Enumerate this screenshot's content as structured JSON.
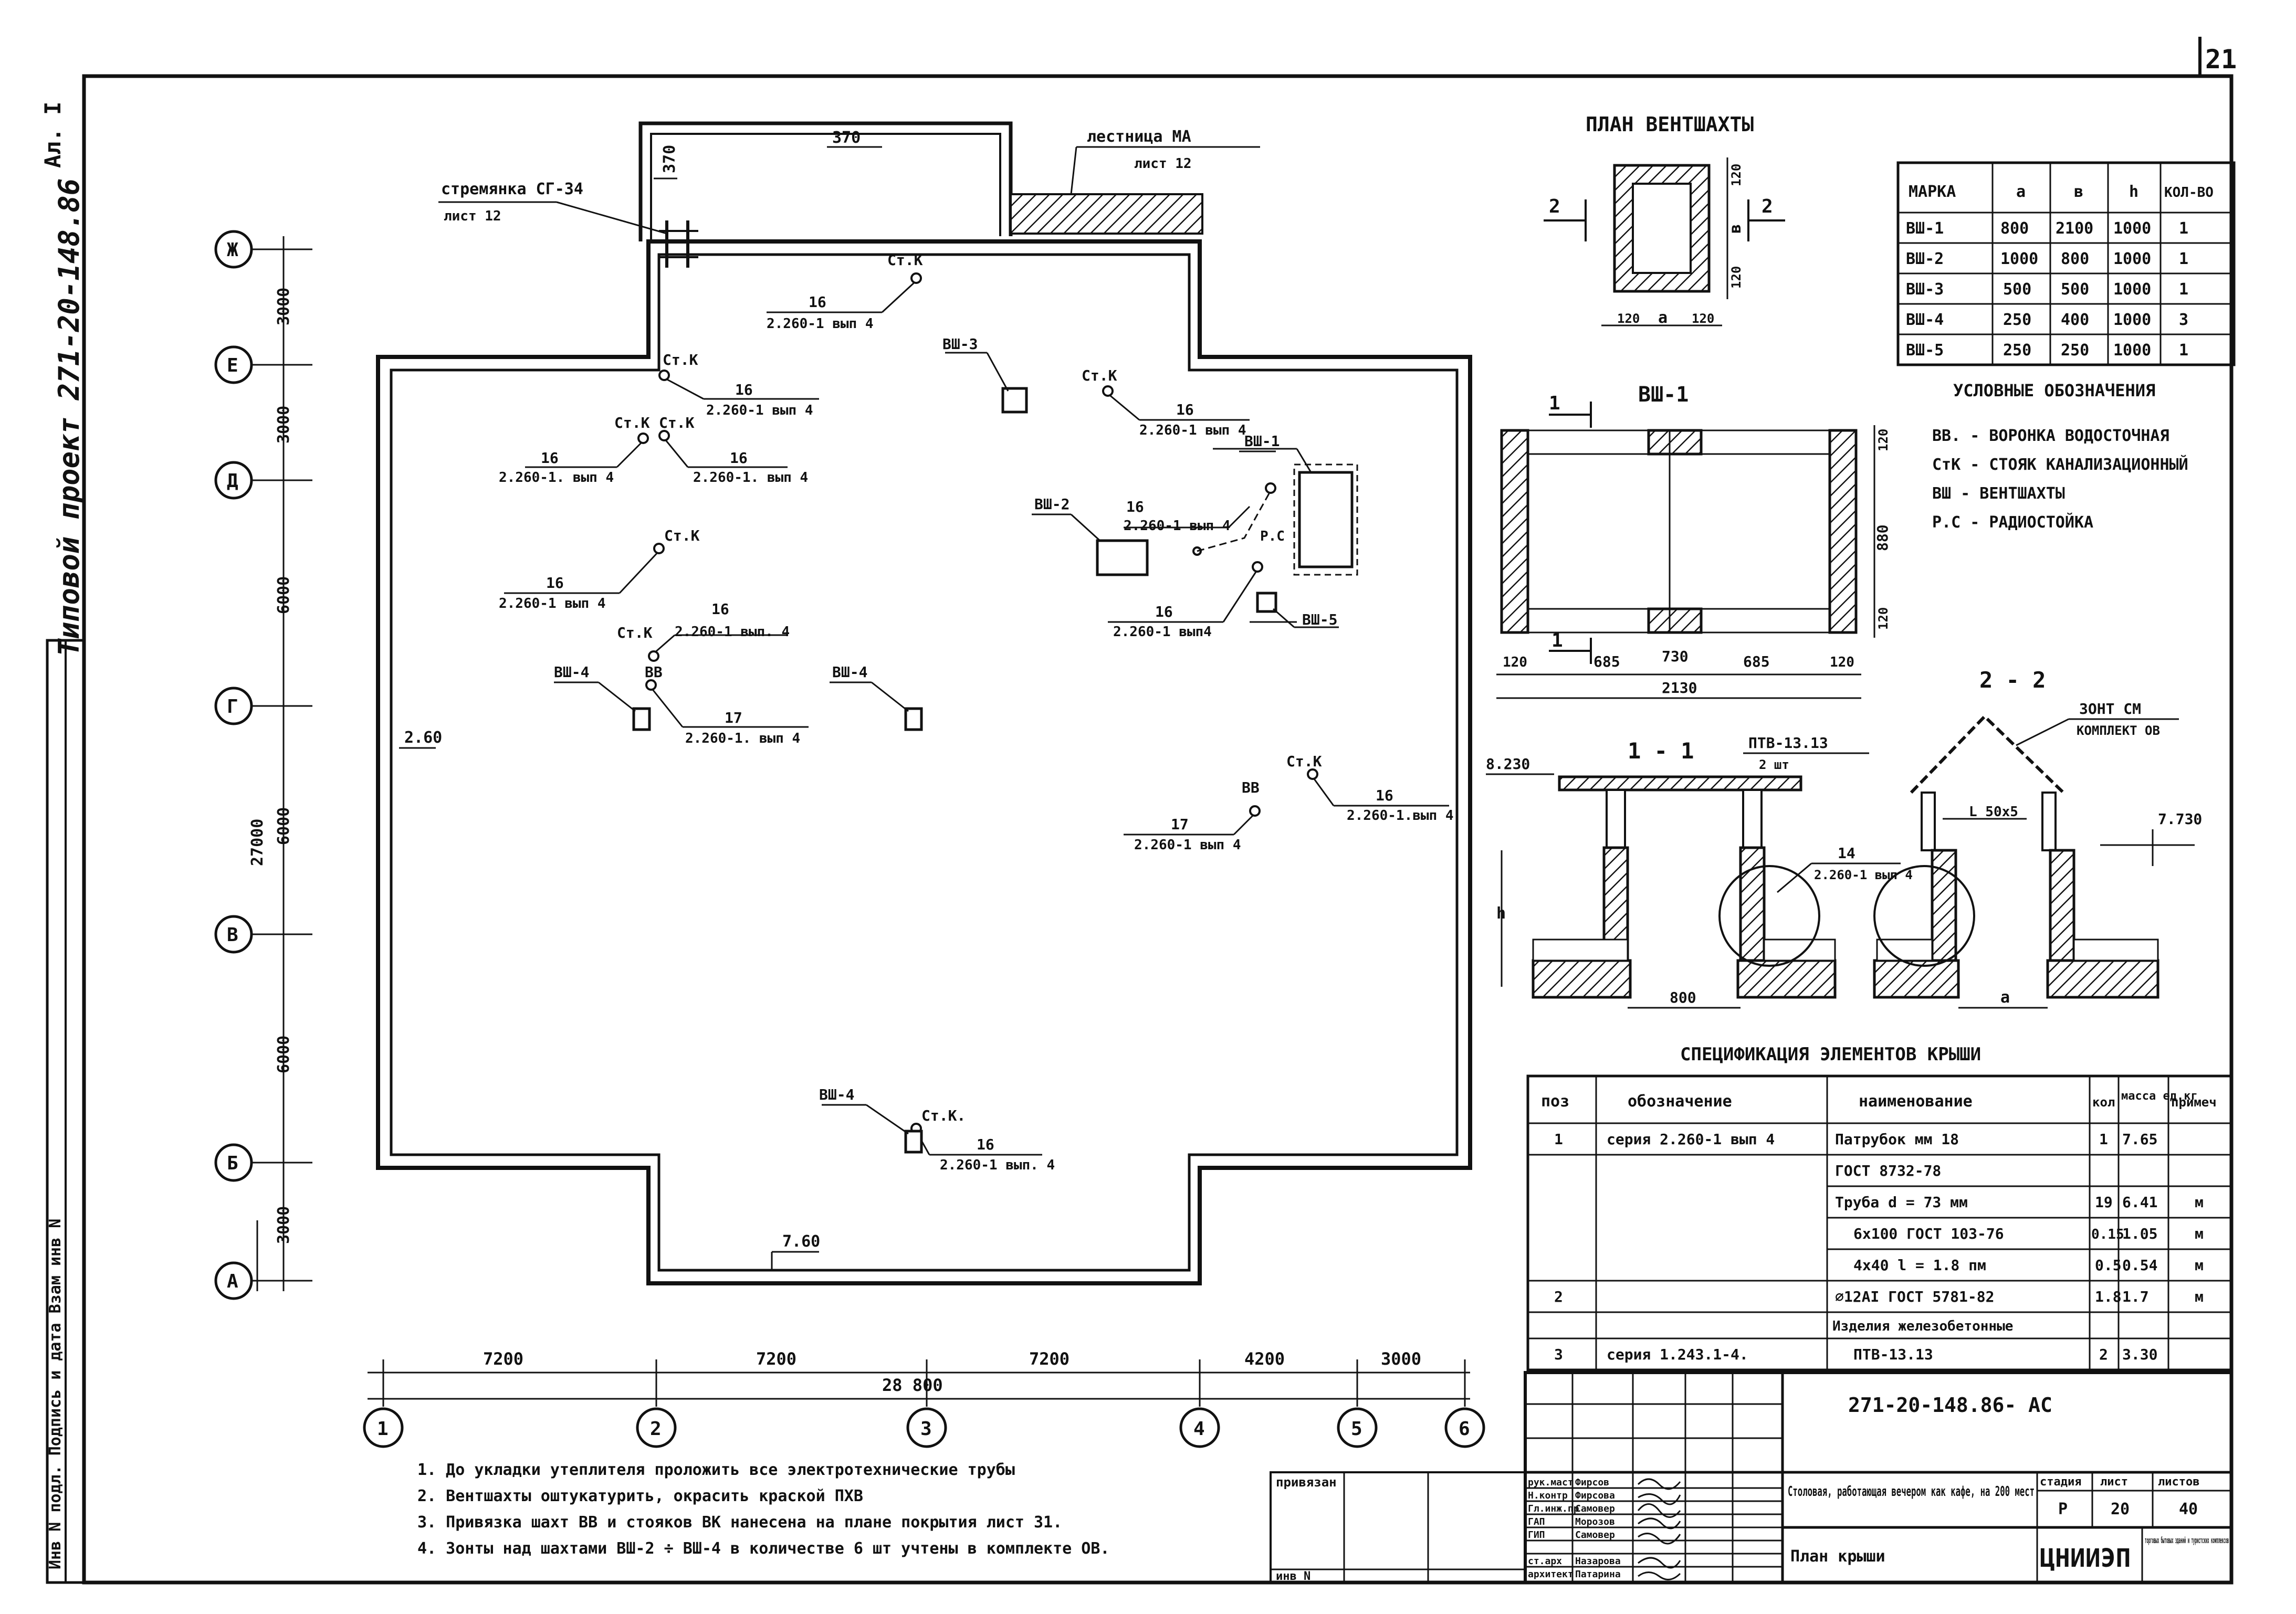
{
  "sheet_number": "21",
  "side_labels": {
    "album": "Ал. I",
    "project": "Типовой проект 271-20-148.86"
  },
  "left_stamp": "Инв N подл.  Подпись и дата  Взам инв N",
  "plan": {
    "ladder_label": "лестница МА",
    "ladder_sheet": "лист 12",
    "stair_label": "стремянка СГ-34",
    "stair_sheet": "лист 12",
    "roof_dims": {
      "d370a": "370",
      "d370b": "370",
      "level_260": "2.60",
      "level_760": "7.60"
    },
    "axes_rows": [
      "Ж",
      "Е",
      "Д",
      "Г",
      "В",
      "Б",
      "А"
    ],
    "axes_cols": [
      "1",
      "2",
      "3",
      "4",
      "5",
      "6"
    ],
    "row_dims": [
      "3000",
      "3000",
      "6000",
      "6000",
      "6000",
      "3000"
    ],
    "row_total": "27000",
    "col_dims": [
      "7200",
      "7200",
      "7200",
      "4200",
      "3000"
    ],
    "col_total": "28 800",
    "callouts": [
      {
        "mark": "Ст.К",
        "num": "16",
        "ref": "2.260-1 вып 4"
      },
      {
        "mark": "Ст.К",
        "num": "16",
        "ref": "2.260-1 вып 4"
      },
      {
        "mark": "Ст.К",
        "num": "16",
        "ref": "2.260-1. вып 4"
      },
      {
        "mark": "Ст.К",
        "num": "16",
        "ref": "2.260-1. вып 4"
      },
      {
        "mark": "Ст.К",
        "num": "16",
        "ref": "2.260-1 вып 4"
      },
      {
        "mark": "Ст.К",
        "num": "16",
        "ref": "2.260-1 вып 4"
      },
      {
        "mark": "Ст.К",
        "num": "16",
        "ref": "2.260-1 вып 4"
      },
      {
        "mark": "Ст.К",
        "num": "16",
        "ref": "2.260-1 вып. 4"
      },
      {
        "mark": "ВВ",
        "num": "17",
        "ref": "2.260-1. вып 4"
      },
      {
        "mark": "Р.С",
        "num": "16",
        "ref": "2.260-1 вып4"
      },
      {
        "mark": "Ст.К",
        "num": "16",
        "ref": "2.260-1.вып 4"
      },
      {
        "mark": "ВВ",
        "num": "17",
        "ref": "2.260-1 вып 4"
      },
      {
        "mark": "Ст.К.",
        "num": "16",
        "ref": "2.260-1 вып. 4"
      }
    ],
    "shafts": [
      "ВШ-3",
      "ВШ-1",
      "ВШ-2",
      "ВШ-5",
      "ВШ-4",
      "ВШ-4",
      "ВШ-4"
    ]
  },
  "shaft_plan": {
    "title": "ПЛАН ВЕНТШАХТЫ",
    "cut": "2",
    "dims": [
      "120",
      "а",
      "120",
      "120",
      "в",
      "120"
    ]
  },
  "shaft_table": {
    "headers": [
      "МАРКА",
      "а",
      "в",
      "h",
      "КОЛ-ВО"
    ],
    "rows": [
      [
        "ВШ-1",
        "800",
        "2100",
        "1000",
        "1"
      ],
      [
        "ВШ-2",
        "1000",
        "800",
        "1000",
        "1"
      ],
      [
        "ВШ-3",
        "500",
        "500",
        "1000",
        "1"
      ],
      [
        "ВШ-4",
        "250",
        "400",
        "1000",
        "3"
      ],
      [
        "ВШ-5",
        "250",
        "250",
        "1000",
        "1"
      ]
    ]
  },
  "legend": {
    "title": "УСЛОВНЫЕ ОБОЗНАЧЕНИЯ",
    "items": [
      "ВВ. - ВОРОНКА ВОДОСТОЧНАЯ",
      "СтК - СТОЯК КАНАЛИЗАЦИОННЫЙ",
      "ВШ - ВЕНТШАХТЫ",
      "Р.С - РАДИОСТОЙКА"
    ]
  },
  "vsh1": {
    "title": "ВШ-1",
    "cut": "1",
    "dims_bottom": [
      "120",
      "685",
      "730",
      "685",
      "120"
    ],
    "total": "2130",
    "dims_side": [
      "120",
      "880",
      "120"
    ]
  },
  "sec11": {
    "title": "1 - 1",
    "slab": "ПТВ-13.13",
    "slab_count": "2 шт",
    "level": "8.230",
    "pipe": "14",
    "pipe_ref": "2.260-1 вып 4",
    "h": "h",
    "w": "800"
  },
  "sec22": {
    "title": "2 - 2",
    "umbrella": "ЗОНТ СМ",
    "umbrella_ref": "КОМПЛЕКТ ОВ",
    "angle": "L 50x5",
    "level": "7.730",
    "w": "а"
  },
  "spec": {
    "title": "СПЕЦИФИКАЦИЯ ЭЛЕМЕНТОВ КРЫШИ",
    "headers": [
      "поз",
      "обозначение",
      "наименование",
      "кол",
      "масса ед.кг",
      "примеч"
    ],
    "rows": [
      [
        "1",
        "серия 2.260-1 вып 4",
        "Патрубок мм 18",
        "1",
        "7.65",
        ""
      ],
      [
        "",
        "",
        "ГОСТ 8732-78",
        "",
        "",
        ""
      ],
      [
        "",
        "",
        "Труба d = 73 мм",
        "19",
        "6.41",
        "м"
      ],
      [
        "",
        "",
        "6x100 ГОСТ 103-76",
        "0.15",
        "1.05",
        "м"
      ],
      [
        "",
        "",
        "4x40 l = 1.8 пм",
        "0.5",
        "0.54",
        "м"
      ],
      [
        "2",
        "",
        "⌀12АI ГОСТ 5781-82",
        "1.8",
        "1.7",
        "м"
      ],
      [
        "",
        "",
        "Изделия железобетонные",
        "",
        "",
        ""
      ],
      [
        "3",
        "серия 1.243.1-4.",
        "ПТВ-13.13",
        "2",
        "3.30",
        ""
      ]
    ]
  },
  "notes": [
    "1. До укладки утеплителя проложить все электротехнические трубы",
    "2. Вентшахты оштукатурить, окрасить краской ПХВ",
    "3. Привязка шахт ВВ и стояков ВК нанесена на плане покрытия лист 31.",
    "4. Зонты над шахтами ВШ-2 ÷ ВШ-4 в количестве 6 шт учтены в комплекте ОВ."
  ],
  "title_block": {
    "code": "271-20-148.86- АС",
    "object": "Столовая, работающая вечером как кафе, на 200 мест",
    "sheet_name": "План крыши",
    "stage_h": "стадия",
    "sheet_h": "лист",
    "sheets_h": "листов",
    "stage": "Р",
    "sheet": "20",
    "sheets": "40",
    "org": "ЦНИИЭП",
    "org_sub": "торговых бытовых зданий и туристских комплексов",
    "tied": "привязан",
    "inv": "инв N",
    "roles": [
      "рук.маст",
      "Н.контр",
      "Гл.инж.пр",
      "ГАП",
      "ГИП",
      "ст.арх",
      "архитект"
    ],
    "names": [
      "Фирсов",
      "Фирсова",
      "Самовер",
      "Морозов",
      "Самовер",
      "Назарова",
      "Патарина"
    ]
  }
}
